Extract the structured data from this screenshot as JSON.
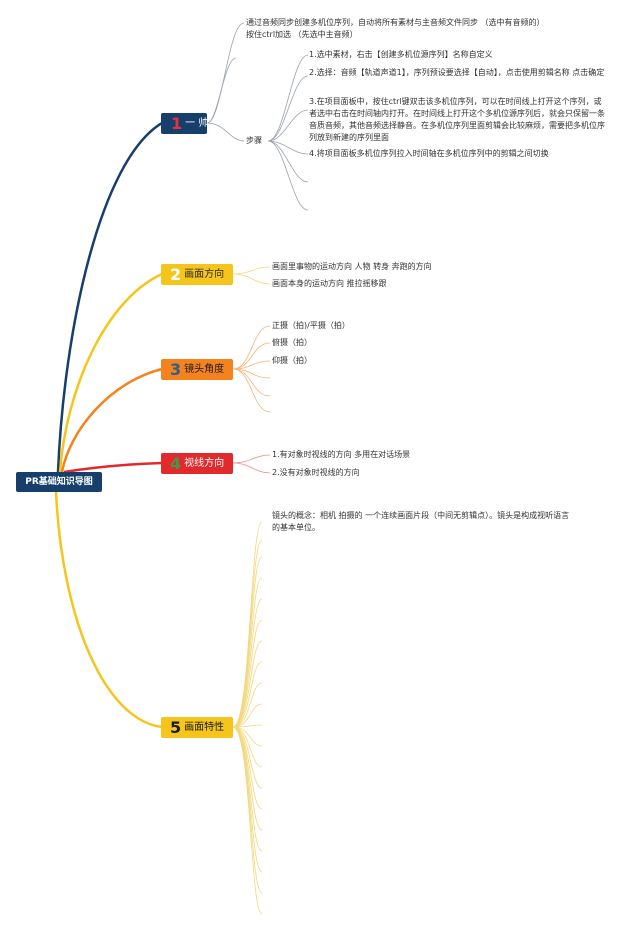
{
  "root": {
    "label": "PR基础知识导图"
  },
  "branches": [
    {
      "num": "1",
      "label": "一 帅",
      "intro": "通过音频同步创建多机位序列，自动将所有素材与主音频文件同步 （选中有音频的）按住ctrl加选 （先选中主音频）",
      "steps_label": "步骤",
      "steps": [
        "1.选中素材，右击【创建多机位源序列】名称自定义",
        "2.选择：音频【轨道声道1】，序列预设要选择【自动】，点击使用剪辑名称 点击确定",
        "3.在项目面板中，按住ctrl键双击该多机位序列，可以在时间线上打开这个序列，或者选中右击在时间轴内打开。在时间线上打开这个多机位源序列后，就会只保留一条音质音频，其他音频选择静音。在多机位序列里面剪辑会比较麻烦，需要把多机位序列放到新建的序列里面",
        "4.将项目面板多机位序列拉入时间轴在多机位序列中的剪辑之间切换"
      ]
    },
    {
      "num": "2",
      "label": "画面方向",
      "items": [
        "画面里事物的运动方向 人物 转身 奔跑的方向",
        "画面本身的运动方向 推拉摇移跟"
      ]
    },
    {
      "num": "3",
      "label": "镜头角度",
      "items": [
        "正摄（拍)/平摄（拍）",
        "俯摄（拍）",
        "仰摄（拍）"
      ]
    },
    {
      "num": "4",
      "label": "视线方向",
      "items": [
        "1.有对象时视线的方向 多用在对话场景",
        "2.没有对象时视线的方向"
      ]
    },
    {
      "num": "5",
      "label": "画面特性",
      "items": [
        "镜头的概念：相机 拍摄的 一个连续画面片段（中间无剪辑点）。镜头是构成视听语言的基本单位。"
      ]
    }
  ],
  "colors": {
    "branch1": "#163f6c",
    "branch2": "#f6c51c",
    "branch3": "#f3821f",
    "branch4": "#e22a2d",
    "branch5": "#f6c51c",
    "leaf_line": "#9aa3ad",
    "leaf_line_yellow": "#f3d77a",
    "leaf_line_orange": "#f5b37c",
    "leaf_line_red": "#ef8d8d"
  }
}
